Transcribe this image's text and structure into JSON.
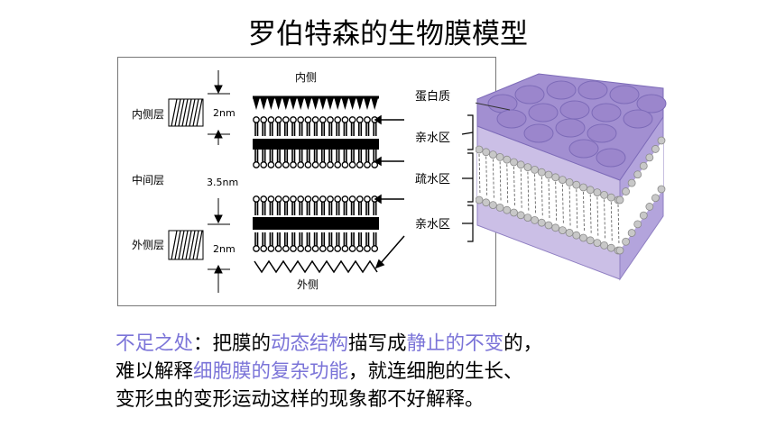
{
  "title": "罗伯特森的生物膜模型",
  "left_figure": {
    "inner_side": "内侧",
    "outer_side": "外侧",
    "layer_inner": "内侧层",
    "layer_middle": "中间层",
    "layer_outer": "外侧层",
    "dim_top": "2nm",
    "dim_middle": "3.5nm",
    "dim_bottom": "2nm"
  },
  "right_figure": {
    "protein": "蛋白质",
    "hydrophilic_top": "亲水区",
    "hydrophobic": "疏水区",
    "hydrophilic_bottom": "亲水区"
  },
  "paragraph": {
    "p1": "不足之处",
    "p2": "：把膜的",
    "p3": "动态结构",
    "p4": "描写成",
    "p5": "静止的不变",
    "p6": "的，",
    "p7": "难以解释",
    "p8": "细胞膜的复杂功能",
    "p9": "，就连细胞的生长、",
    "p10": "变形虫的变形运动这样的现象都不好解释。"
  },
  "colors": {
    "highlight": "#7b74d8",
    "protein": "#a28fd1",
    "lipid_head": "#c8c8c8"
  }
}
